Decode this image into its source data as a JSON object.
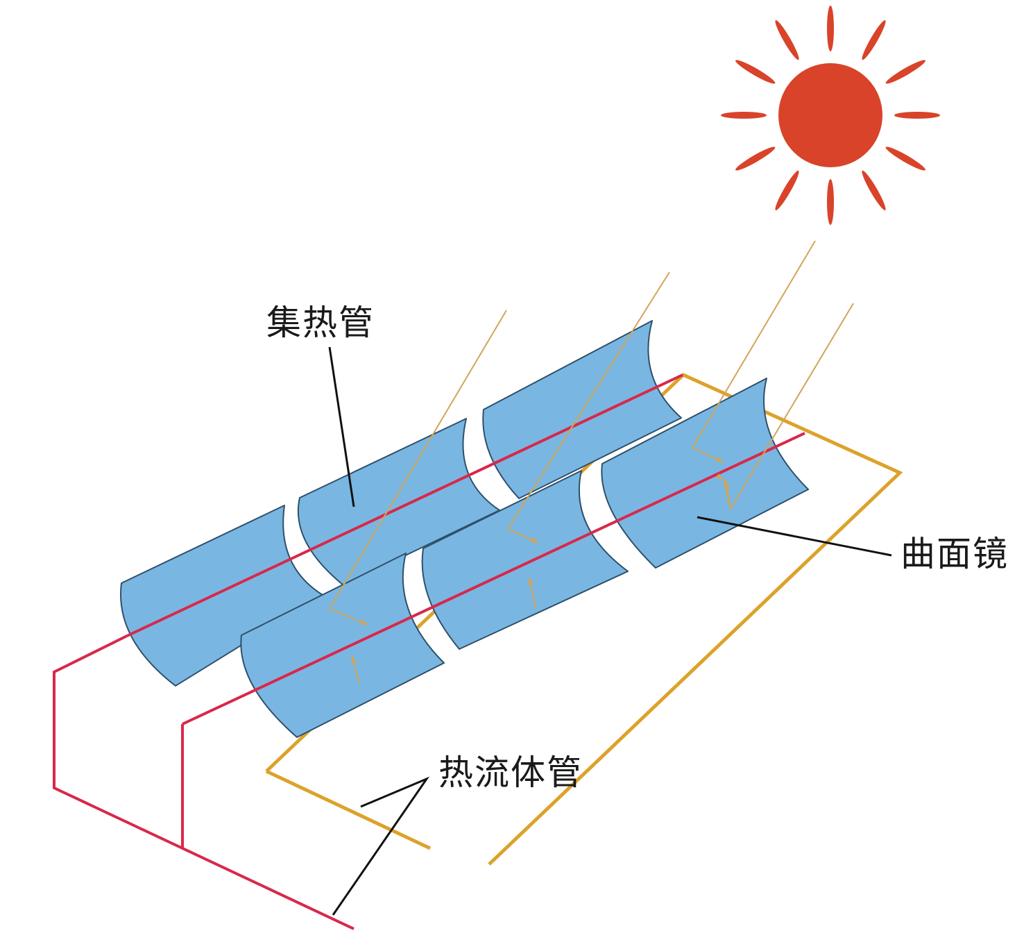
{
  "labels": {
    "collector_tube": "集热管",
    "curved_mirror": "曲面镜",
    "heat_fluid_pipe": "热流体管"
  },
  "colors": {
    "sun": "#d9432a",
    "mirror_fill": "#79b7e2",
    "mirror_edge": "#2f4f6a",
    "collector_tube": "#d8284a",
    "heat_fluid_pipe_red": "#d8284a",
    "heat_fluid_pipe_orange": "#dca22a",
    "sun_ray": "#d2a458",
    "leader_line": "#111111"
  },
  "icons": {
    "sun": "sun-icon",
    "reflector": "parabolic-trough-mirror"
  }
}
